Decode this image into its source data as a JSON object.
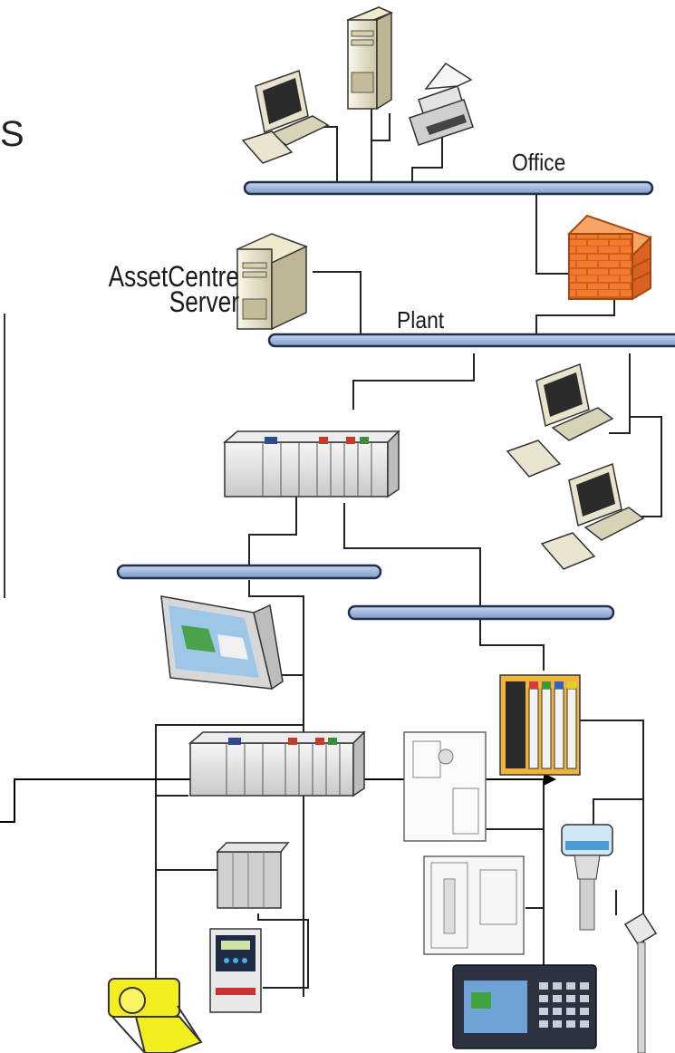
{
  "labels": {
    "office_network": "Office",
    "plant_network": "Plant",
    "server_line1": "AssetCentre",
    "server_line2": "Server",
    "left_fragment": "S"
  },
  "colors": {
    "network_bus_fill": "#9db3d9",
    "network_bus_border": "#1f2f4e",
    "firewall": "#f07a2e",
    "robot": "#f3ef1f",
    "connector": "#000000"
  },
  "icons": [
    "desktop-computer-icon",
    "tower-server-icon",
    "printer-icon",
    "firewall-icon",
    "server-icon",
    "plc-rack-icon",
    "hmi-touch-panel-icon",
    "flex-io-icon",
    "drive-icon",
    "robot-arm-icon",
    "drive-module-icon",
    "sensor-icon",
    "operator-terminal-icon"
  ]
}
